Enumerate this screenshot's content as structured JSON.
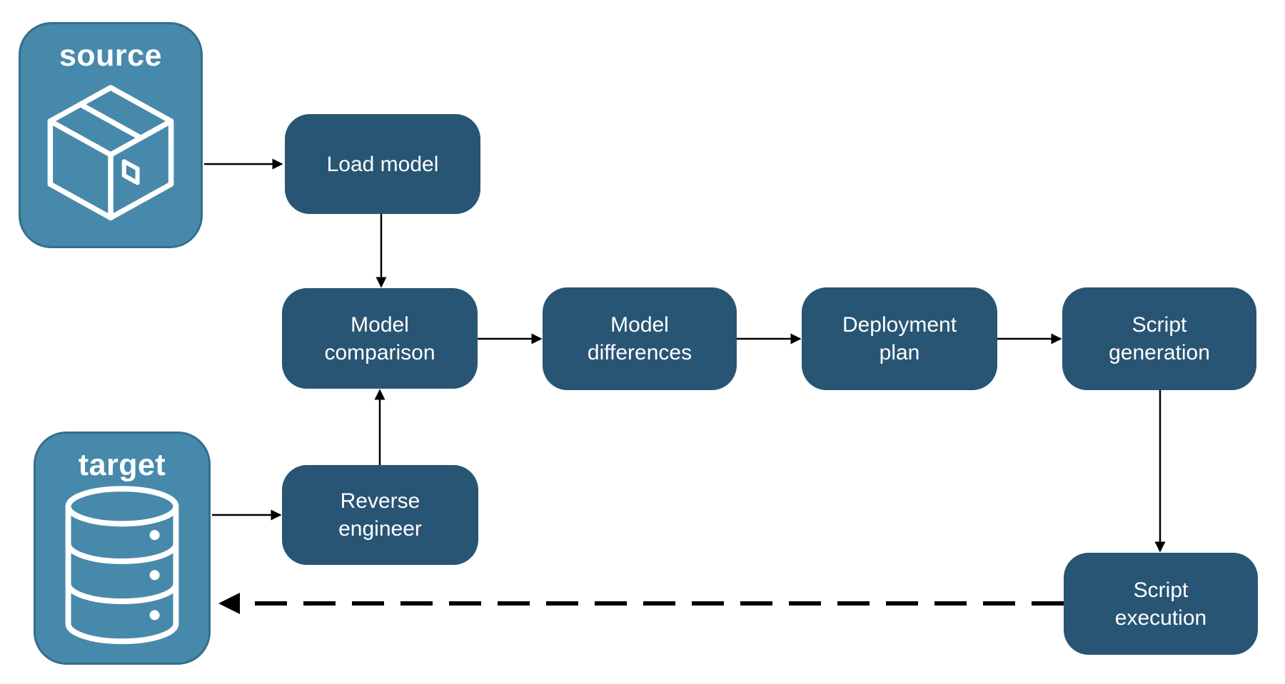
{
  "diagram": {
    "nodes": {
      "source": {
        "label": "source",
        "kind": "endpoint",
        "icon": "package-icon"
      },
      "target": {
        "label": "target",
        "kind": "endpoint",
        "icon": "database-icon"
      },
      "load_model": {
        "label": "Load model",
        "kind": "step"
      },
      "model_comparison": {
        "label": "Model comparison",
        "kind": "step"
      },
      "model_differences": {
        "label": "Model differences",
        "kind": "step"
      },
      "deployment_plan": {
        "label": "Deployment plan",
        "kind": "step"
      },
      "script_generation": {
        "label": "Script generation",
        "kind": "step"
      },
      "reverse_engineer": {
        "label": "Reverse engineer",
        "kind": "step"
      },
      "script_execution": {
        "label": "Script execution",
        "kind": "step"
      }
    },
    "edges": [
      {
        "from": "source",
        "to": "load_model",
        "style": "solid"
      },
      {
        "from": "load_model",
        "to": "model_comparison",
        "style": "solid"
      },
      {
        "from": "model_comparison",
        "to": "model_differences",
        "style": "solid"
      },
      {
        "from": "model_differences",
        "to": "deployment_plan",
        "style": "solid"
      },
      {
        "from": "deployment_plan",
        "to": "script_generation",
        "style": "solid"
      },
      {
        "from": "script_generation",
        "to": "script_execution",
        "style": "solid"
      },
      {
        "from": "target",
        "to": "reverse_engineer",
        "style": "solid"
      },
      {
        "from": "reverse_engineer",
        "to": "model_comparison",
        "style": "solid"
      },
      {
        "from": "script_execution",
        "to": "target",
        "style": "dashed"
      }
    ],
    "colors": {
      "background": "#ffffff",
      "node_dark": "#295574",
      "endpoint_fill": "#4789ab",
      "endpoint_border": "#356e8d",
      "arrow": "#000000",
      "text": "#ffffff"
    }
  }
}
